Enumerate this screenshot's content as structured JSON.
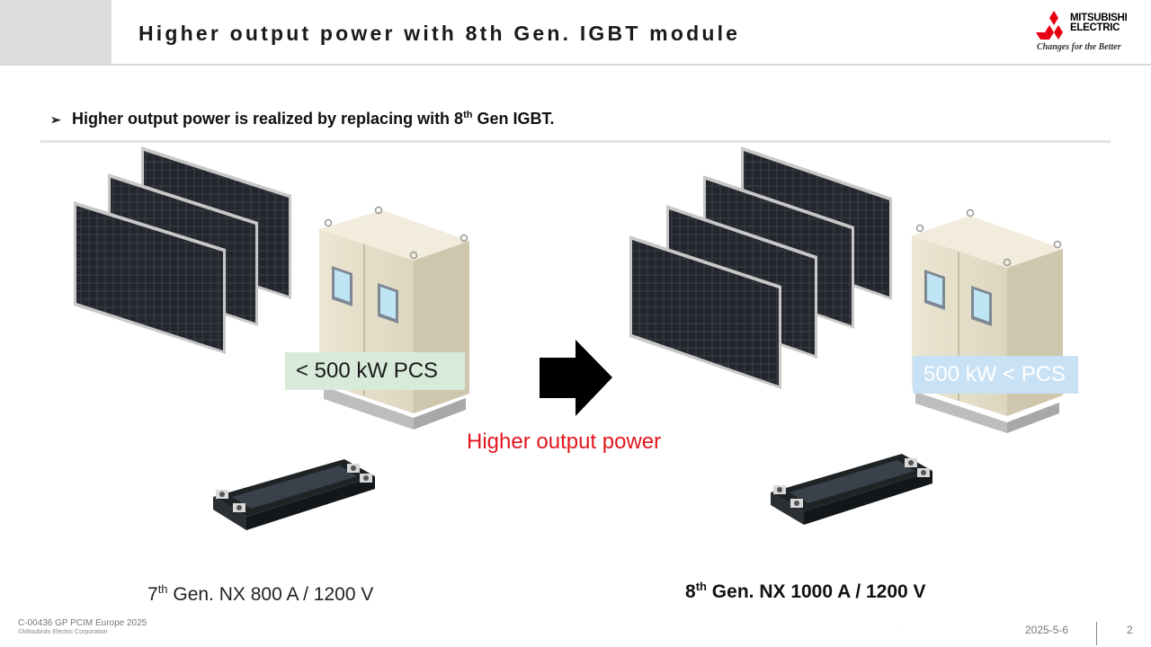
{
  "header": {
    "title": "Higher output power with 8th Gen. IGBT module",
    "logo": {
      "line1": "MITSUBISHI",
      "line2": "ELECTRIC",
      "tagline": "Changes for the Better",
      "brand_color": "#e60012"
    }
  },
  "bullet": {
    "icon": "arrow-bullet-icon",
    "text_before": "Higher output power is realized by replacing with 8",
    "sup": "th",
    "text_after": " Gen IGBT."
  },
  "left": {
    "pcs_label": "< 500 kW PCS",
    "caption_pre": "7",
    "caption_sup": "th",
    "caption_post": " Gen. NX 800 A / 1200 V"
  },
  "transition": {
    "icon": "right-arrow-icon",
    "label": "Higher output power",
    "label_color": "#e0161d"
  },
  "right": {
    "pcs_label": "500 kW < PCS",
    "caption_pre": "8",
    "caption_sup": "th",
    "caption_post": " Gen. NX 1000 A / 1200 V"
  },
  "footer": {
    "code": "C-00436 GP PCIM Europe 2025",
    "copyright": "©Mitsubishi Electric Corporation",
    "date": "2025-5-6",
    "page": "2"
  }
}
